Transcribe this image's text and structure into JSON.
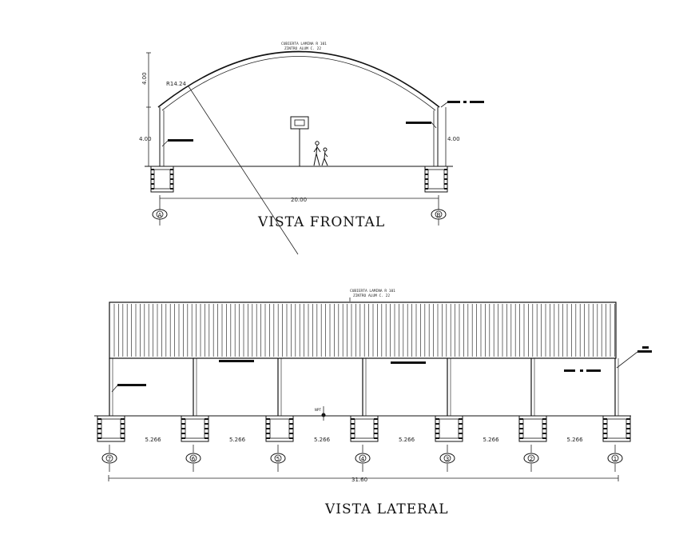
{
  "frontal": {
    "title": "VISTA FRONTAL",
    "roof_note_line1": "CUBIERTA LAMINA  R 101",
    "roof_note_line2": "ZINTRO ALUM  C. 22",
    "radius_label": "R14.24",
    "left_upper_dim": "4.00",
    "left_lower_dim": "4.00",
    "right_dim": "4.00",
    "span_dim": "20.00",
    "axes": [
      "A",
      "B"
    ]
  },
  "lateral": {
    "title": "VISTA LATERAL",
    "roof_note_line1": "CUBIERTA LAMINA  R 101",
    "roof_note_line2": "ZINTRO ALUM  C. 22",
    "level_label": "NPT",
    "bay_dims": [
      "5.266",
      "5.266",
      "5.266",
      "5.266",
      "5.266",
      "5.266"
    ],
    "total_dim": "31.60",
    "axes": [
      "7",
      "6",
      "5",
      "4",
      "3",
      "2",
      "1"
    ]
  }
}
